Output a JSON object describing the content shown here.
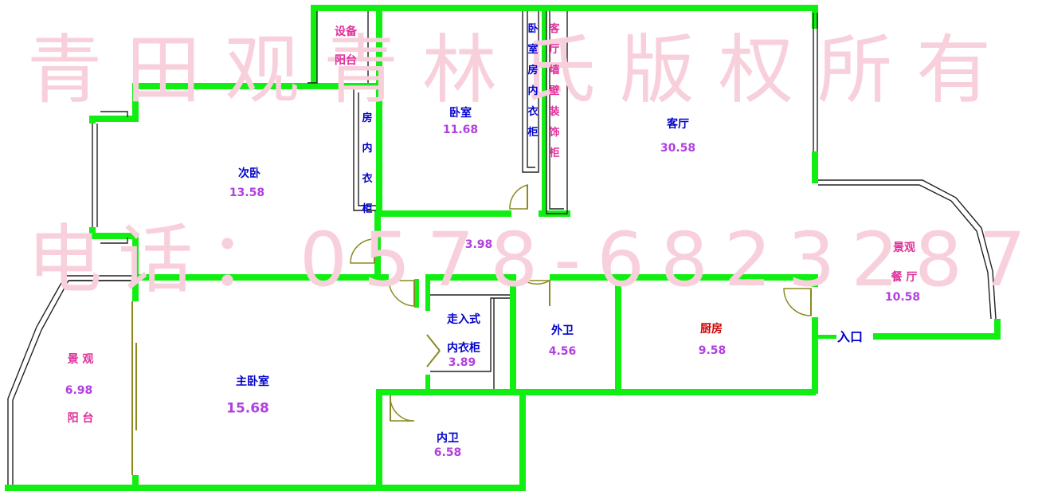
{
  "watermark": {
    "line1": "青田观青林氏版权所有",
    "line2": "电话：0578-6823287"
  },
  "rooms": {
    "equip_balcony": {
      "label": "设备\n阳台"
    },
    "bedroom": {
      "label": "卧室",
      "area": "11.68"
    },
    "bedroom_closet": {
      "label": "卧室房内衣柜"
    },
    "living_wall": {
      "label": "客厅墙壁装饰柜"
    },
    "living": {
      "label": "客厅",
      "area": "30.58"
    },
    "second_bedroom": {
      "label": "次卧",
      "area": "13.58"
    },
    "second_closet": {
      "label": "房内衣柜"
    },
    "hall": {
      "area": "3.98"
    },
    "view_dining": {
      "label1": "景观",
      "label2": "餐 厅",
      "area": "10.58"
    },
    "walkin_closet": {
      "label1": "走入式",
      "label2": "内衣柜",
      "area": "3.89"
    },
    "guest_bath": {
      "label": "外卫",
      "area": "4.56"
    },
    "kitchen": {
      "label": "厨房",
      "area": "9.58"
    },
    "entrance": {
      "label": "入口"
    },
    "view_balcony": {
      "label1": "景 观",
      "area": "6.98",
      "label2": "阳 台"
    },
    "master": {
      "label": "主卧室",
      "area": "15.68"
    },
    "master_bath": {
      "label": "内卫",
      "area": "6.58"
    }
  },
  "colors": {
    "wall": "#11ee11",
    "label": "#0000cc",
    "pink": "#e0309a",
    "area": "#b040e0",
    "kitchen": "#d00000",
    "watermark": "#f8d0dc"
  }
}
